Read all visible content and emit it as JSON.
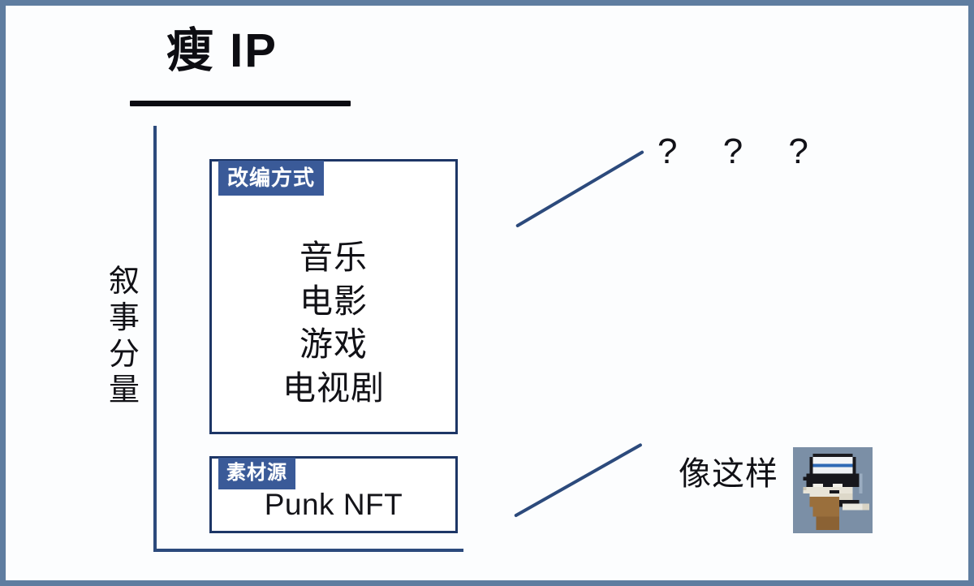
{
  "page": {
    "title": "瘦 IP",
    "frame_color": "#5f7da0",
    "accent_blue": "#2c4a7c",
    "tag_blue": "#3a5a98",
    "panel_border": "#1d3666",
    "background": "#fcfdfe"
  },
  "axis": {
    "label_text": "叙事分量",
    "chars": [
      "叙",
      "事",
      "分",
      "量"
    ]
  },
  "panels": [
    {
      "name": "adaptation",
      "tag": "改编方式",
      "items": [
        "音乐",
        "电影",
        "游戏",
        "电视剧"
      ]
    },
    {
      "name": "source-material",
      "tag": "素材源",
      "items": [
        "Punk NFT"
      ]
    }
  ],
  "annotations": {
    "question_marks": "? ? ?",
    "like_this": "像这样"
  },
  "avatar": {
    "name": "cryptopunk-avatar",
    "background": "#7b8fa6",
    "cap_white": "#f3f5f7",
    "cap_stripe": "#2e69b5",
    "glasses": "#18181c",
    "skin": "#e8e4d8",
    "beard": "#9a6f3c",
    "cigarette": "#e9e7df"
  }
}
